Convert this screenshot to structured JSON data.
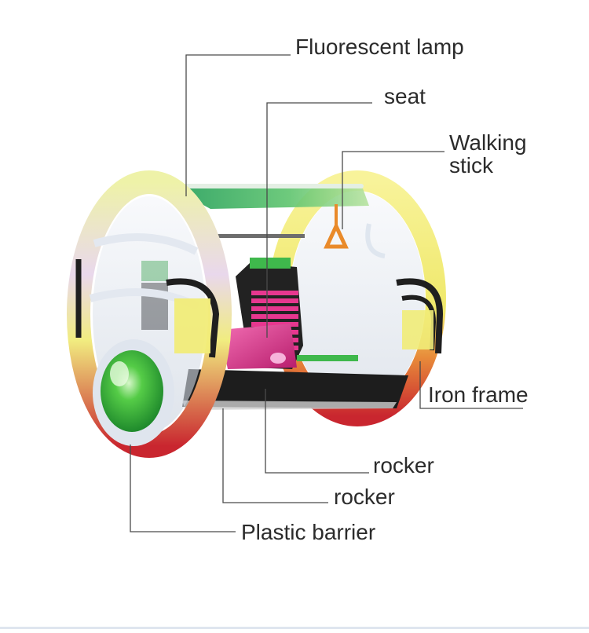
{
  "labels": {
    "fluorescent_lamp": "Fluorescent lamp",
    "seat": "seat",
    "walking_stick": "Walking stick",
    "iron_frame": "Iron frame",
    "rocker_upper": "rocker",
    "rocker_lower": "rocker",
    "plastic_barrier": "Plastic barrier"
  },
  "colors": {
    "leader_line": "#4a4a4a",
    "ring_yellow": "#f3ee7a",
    "ring_red": "#d2353c",
    "canopy_green": "#3fae5a",
    "seat_pink": "#e0308c",
    "hub_green": "#3fbf3f",
    "frame_black": "#1f1f1f",
    "grip_orange": "#e98a2a"
  }
}
